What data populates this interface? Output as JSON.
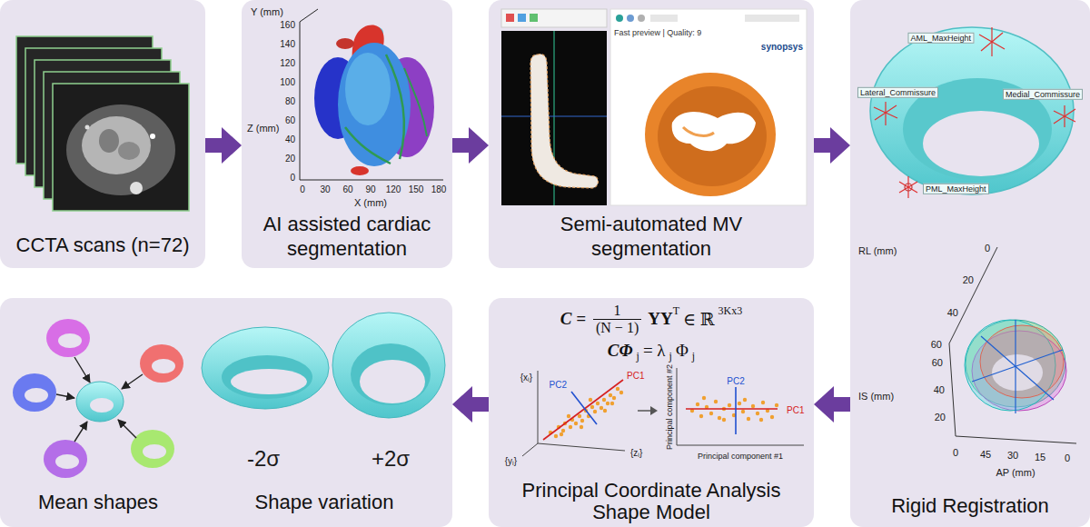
{
  "diagram": {
    "nodes": [
      {
        "text": [
          "CCTA scans (n=72)"
        ]
      },
      {
        "text": [
          "AI assisted cardiac segmentation"
        ]
      },
      {
        "text": [
          "Semi-automated MV segmentation"
        ]
      },
      {
        "text": [
          "Rigid Registration"
        ]
      },
      {
        "text": [
          "Mean shapes",
          "Shape variation"
        ]
      },
      {
        "text": [
          "Principal Coordinate Analysis Shape Model"
        ]
      }
    ],
    "edges": [
      {
        "from": 0,
        "to": 1,
        "arrow": "to"
      },
      {
        "from": 1,
        "to": 2,
        "arrow": "to"
      },
      {
        "from": 2,
        "to": 3,
        "arrow": "to"
      },
      {
        "from": 3,
        "to": 5,
        "arrow": "to"
      },
      {
        "from": 5,
        "to": 4,
        "arrow": "to"
      }
    ],
    "labels": [
      "Y (mm)",
      "160",
      "140",
      "120",
      "100",
      "80",
      "60",
      "40",
      "20",
      "0",
      "Z (mm)",
      "0",
      "30",
      "60",
      "90",
      "120",
      "150",
      "180",
      "X (mm)",
      "Fast preview | Quality: 9",
      "synopsys",
      "AML_MaxHeight",
      "Lateral_Commissure",
      "Medial_Commissure",
      "PML_MaxHeight",
      "RL (mm)",
      "0",
      "20",
      "40",
      "60",
      "60",
      "40",
      "20",
      "IS (mm)",
      "0",
      "45",
      "30",
      "15",
      "0",
      "AP (mm)",
      "C =",
      "1",
      "(N − 1)",
      "YY",
      "T",
      "∈ ℝ",
      "3Kx3",
      "CΦ",
      "j",
      "= λ",
      "j",
      "Φ",
      "j",
      "{xᵢ}",
      "{yᵢ}",
      "{zᵢ}",
      "PC1",
      "PC2",
      "PC2",
      "PC1",
      "Principal component #2",
      "Principal component #1",
      "-2σ",
      "+2σ"
    ]
  }
}
